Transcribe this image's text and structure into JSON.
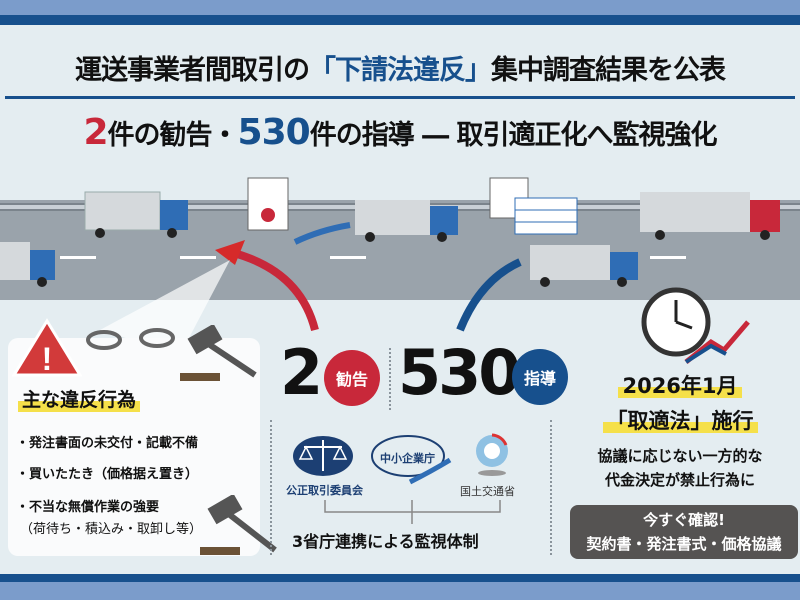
{
  "header": {
    "title_pre": "運送事業者間取引の",
    "title_highlight": "「下請法違反」",
    "title_post": "集中調査結果を公表",
    "subtitle_num1": "2",
    "subtitle_part1": "件の勧告・",
    "subtitle_num2": "530",
    "subtitle_part2": "件の指導 ― 取引適正化へ監視強化"
  },
  "violations": {
    "heading": "主な違反行為",
    "items": [
      "・発注書面の未交付・記載不備",
      "・買いたたき（価格据え置き）",
      "・不当な無償作業の強要",
      "（荷待ち・積込み・取卸し等）"
    ]
  },
  "stats": {
    "recommend_count": "2",
    "recommend_label": "勧告",
    "guidance_count": "530",
    "guidance_label": "指導"
  },
  "agencies": {
    "ftc": "公正取引委員会",
    "sme": "中小企業庁",
    "mlit": "国土交通省",
    "caption": "3省庁連携による監視体制"
  },
  "law": {
    "date": "2026年1月",
    "name": "「取適法」施行",
    "desc_line1": "協議に応じない一方的な",
    "desc_line2": "代金決定が禁止行為に",
    "cta_line1": "今すぐ確認!",
    "cta_line2": "契約書・発注書式・価格協議"
  },
  "colors": {
    "navy": "#17508d",
    "red": "#c8283a",
    "yellow": "#f5e04a"
  }
}
